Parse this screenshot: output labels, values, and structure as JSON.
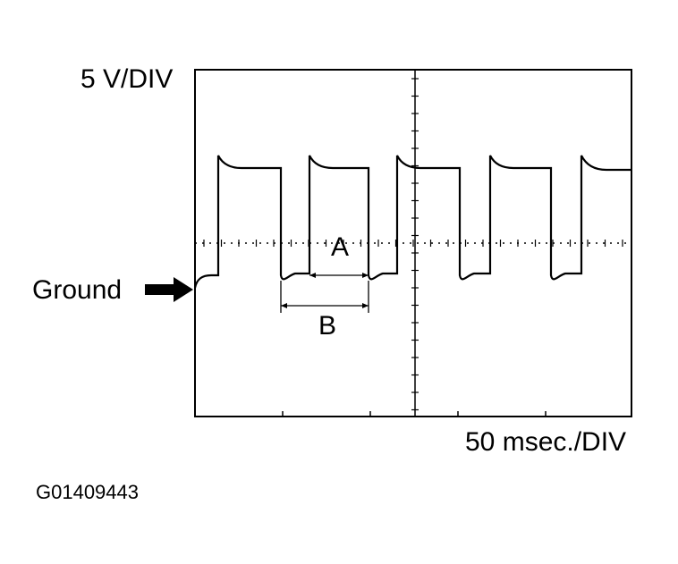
{
  "scope": {
    "vertical_scale": "5 V/DIV",
    "horizontal_scale": "50 msec./DIV",
    "ground_label": "Ground",
    "measure_a_label": "A",
    "measure_b_label": "B"
  },
  "figure_id": "G01409443",
  "colors": {
    "ink": "#000000",
    "background": "#ffffff"
  },
  "icons": {
    "ground_marker": "arrow-right-icon"
  }
}
